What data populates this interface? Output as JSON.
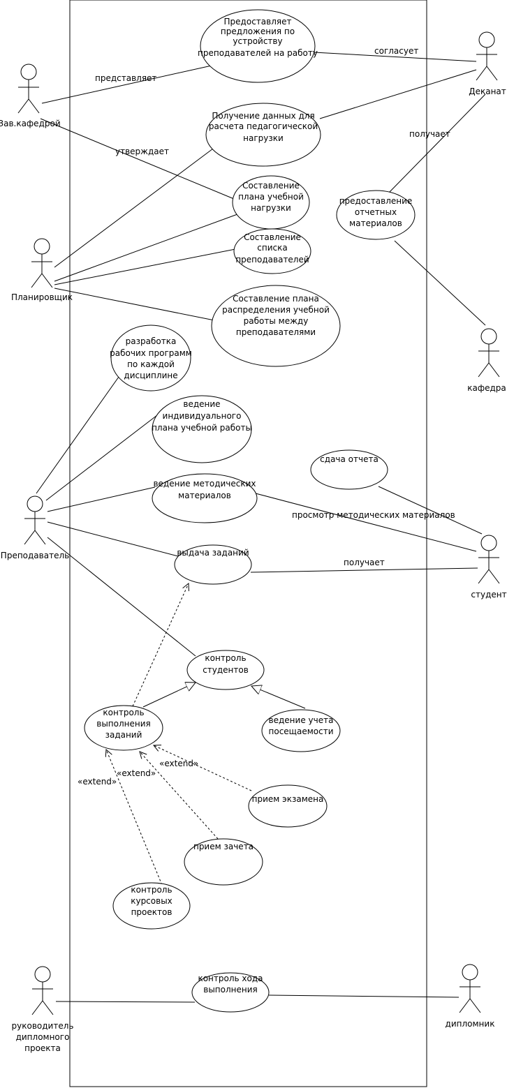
{
  "actors": {
    "zav": "Зав.кафедрой",
    "dekanat": "Деканат",
    "planner": "Планировщик",
    "kafedra": "кафедра",
    "teacher": "Преподаватель",
    "student": "студент",
    "supervisor": [
      "руководитель",
      "дипломного",
      "проекта"
    ],
    "diplomnik": "дипломник"
  },
  "usecases": {
    "uc1": [
      "Предоставляет",
      "предложения по",
      "устройству",
      "преподавателей на работу"
    ],
    "uc2": [
      "Получение данных для",
      "расчета педагогической",
      "нагрузки"
    ],
    "uc3": [
      "Составление",
      "плана учебной",
      "нагрузки"
    ],
    "uc4": [
      "Составление",
      "списка",
      "преподавателей"
    ],
    "uc5": [
      "Составление плана",
      "распределения учебной",
      "работы между",
      "преподавателями"
    ],
    "uc6": [
      "предоставление",
      "отчетных",
      "материалов"
    ],
    "uc7": [
      "разработка",
      "рабочих программ",
      "по каждой",
      "дисциплине"
    ],
    "uc8": [
      "ведение",
      "индивидуального",
      "плана учебной работы"
    ],
    "uc9": [
      "ведение методических",
      "материалов"
    ],
    "uc10": [
      "сдача отчета"
    ],
    "uc11": [
      "выдача заданий"
    ],
    "uc12": [
      "контроль",
      "студентов"
    ],
    "uc13": [
      "контроль",
      "выполнения",
      "заданий"
    ],
    "uc14": [
      "ведение учета",
      "посещаемости"
    ],
    "uc15": [
      "прием экзамена"
    ],
    "uc16": [
      "прием зачета"
    ],
    "uc17": [
      "контроль",
      "курсовых",
      "проектов"
    ],
    "uc18": [
      "контроль хода",
      "выполнения"
    ]
  },
  "labels": {
    "predstavlyaet": "представляет",
    "soglasuet": "согласует",
    "poluchaet1": "получает",
    "utverzhdaet": "утверждает",
    "prosmotr": "просмотр методических материалов",
    "poluchaet2": "получает",
    "extend1": "«extend»",
    "extend2": "«extend»",
    "extend3": "«extend»"
  }
}
